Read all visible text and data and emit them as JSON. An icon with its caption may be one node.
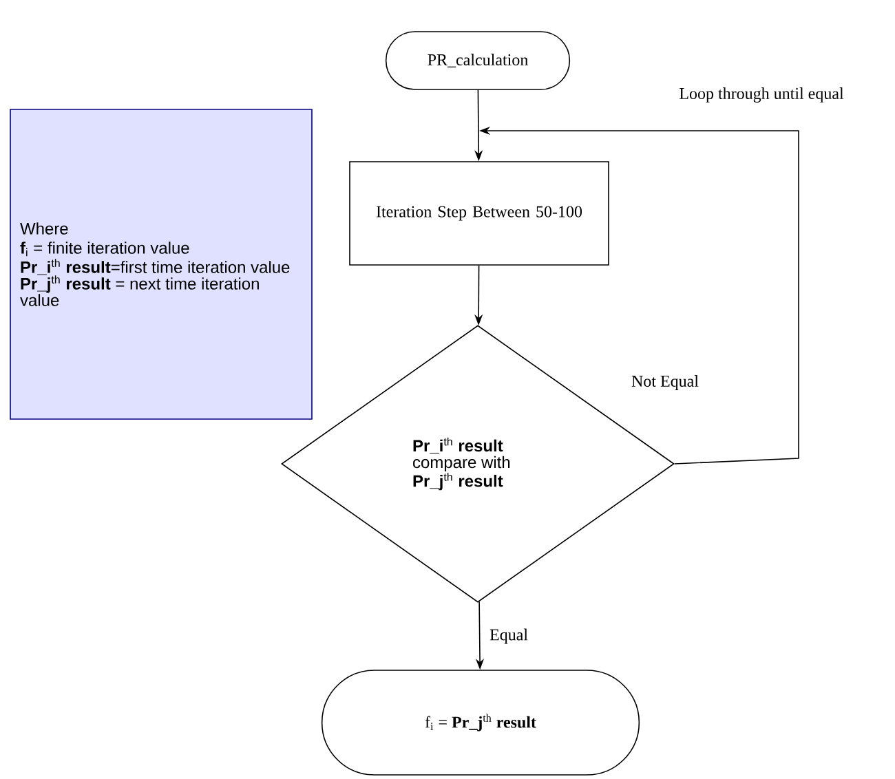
{
  "diagram": {
    "nodes": [
      {
        "text": [
          "PR_calculation"
        ]
      },
      {
        "text": [
          "Iteration Step Between 50-100"
        ]
      },
      {
        "text": [
          "**Pr_i**$^{th}$ **result** compare with **Pr_j**$^{th}$ **result**"
        ]
      },
      {
        "text": [
          "f$_{i}$ = **Pr_j**$^{th}$ **result**"
        ]
      },
      {
        "text": [
          "Where",
          "**f**$_{i}$ = finite iteration value",
          "**Pr_i**$^{th}$ **result**=first time iteration value",
          "**Pr_j**$^{th}$ **result** = next time iteration value"
        ]
      }
    ],
    "edges": [
      {
        "from": 0,
        "to": 1,
        "arrow": "to"
      },
      {
        "from": 1,
        "to": 2,
        "arrow": "to"
      },
      {
        "from": 2,
        "to": 3,
        "arrow": "to",
        "label": "Equal"
      },
      {
        "from": 2,
        "to": 1,
        "arrow": "to",
        "label": "Not Equal"
      }
    ],
    "labels": [
      "Loop through until equal"
    ]
  }
}
